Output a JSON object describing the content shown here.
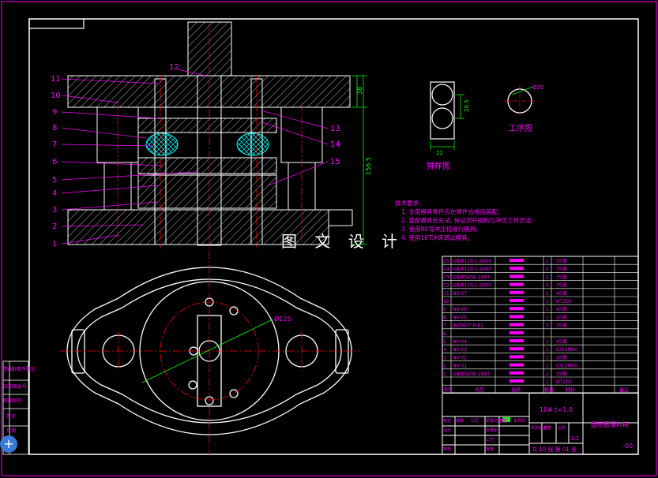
{
  "colors": {
    "frame": "#ffffff",
    "outer_frame": "#ff00ff",
    "center_line": "#ff0000",
    "callout": "#ff00ff",
    "dimension": "#00ff00",
    "hatch": "#00ffff",
    "text": "#ff00ff"
  },
  "part_labels": [
    "1",
    "2",
    "3",
    "4",
    "5",
    "6",
    "7",
    "8",
    "9",
    "10",
    "11",
    "12",
    "13",
    "14",
    "15"
  ],
  "dimensions": {
    "height_top": "38",
    "height_total": "156.5",
    "dia_circle": "Ø125",
    "dia_workpiece": "Ø20",
    "layout_width": "22",
    "layout_pitch": "20.5"
  },
  "views": {
    "layout_title": "排样图",
    "process_title": "工序图"
  },
  "watermark": "图 文 设 计",
  "tech_requirements": {
    "title": "技术要求:",
    "items": [
      "1. 全部模具零件应在零件合格后装配;",
      "2. 装配模具后先试, 保证顶杆机构与冲压工作灵活;",
      "3. 使用80号冲压机进行模具;",
      "4. 使用16T冲床调试模具。"
    ]
  },
  "bom": {
    "rows": [
      {
        "no": "15",
        "code": "GB/T119.1-2000",
        "qty": "2",
        "mat": "35钢"
      },
      {
        "no": "14",
        "code": "GB/T119.1-2000",
        "qty": "2",
        "mat": "35钢"
      },
      {
        "no": "13",
        "code": "GB/T5936-1997",
        "qty": "2",
        "mat": "35钢"
      },
      {
        "no": "12",
        "code": "GB/T119.1-2000",
        "qty": "2",
        "mat": "35钢"
      },
      {
        "no": "11",
        "code": "NV-07",
        "qty": "1",
        "mat": "45钢"
      },
      {
        "no": "10",
        "code": "",
        "qty": "1",
        "mat": "HT200"
      },
      {
        "no": "9",
        "code": "NV-06",
        "qty": "1",
        "mat": "45钢"
      },
      {
        "no": "8",
        "code": "NV-05",
        "qty": "1",
        "mat": "45钢"
      },
      {
        "no": "7",
        "code": "JB/Z807.6-81",
        "qty": "3",
        "mat": "35钢"
      },
      {
        "no": "6",
        "code": "",
        "qty": "",
        "mat": ""
      },
      {
        "no": "5",
        "code": "NV-04",
        "qty": "1",
        "mat": "45钢"
      },
      {
        "no": "4",
        "code": "NV-03",
        "qty": "1",
        "mat": "Cr12MoV"
      },
      {
        "no": "3",
        "code": "NV-02",
        "qty": "1",
        "mat": "45钢"
      },
      {
        "no": "2",
        "code": "NV-01",
        "qty": "1",
        "mat": "Cr12MoV"
      },
      {
        "no": "1",
        "code": "GB/T5936-1997",
        "qty": "2",
        "mat": "35钢"
      },
      {
        "no": "",
        "code": "",
        "qty": "1",
        "mat": "HT200"
      }
    ],
    "header": {
      "no": "序号",
      "code": "代号",
      "name": "名称",
      "qty": "数量",
      "mat": "材料",
      "remark": "备注"
    }
  },
  "title_block": {
    "material_spec": "10# t=1.0",
    "drawing_name": "圆垫圈落料模",
    "drawing_no": "-00",
    "scale": "1:1",
    "sheet_info": "共 10 张  第 01 张",
    "labels": [
      "标记",
      "处数",
      "分区",
      "更改文件号",
      "签名",
      "年月日",
      "设计",
      "标准化",
      "阶段标记",
      "重量",
      "比例",
      "审核",
      "工艺",
      "批准"
    ]
  },
  "side_stamp": [
    "借(通)用件登记",
    "旧底图总号",
    "底图总号",
    "签字",
    "日期"
  ],
  "fab_icon": "plus-icon"
}
